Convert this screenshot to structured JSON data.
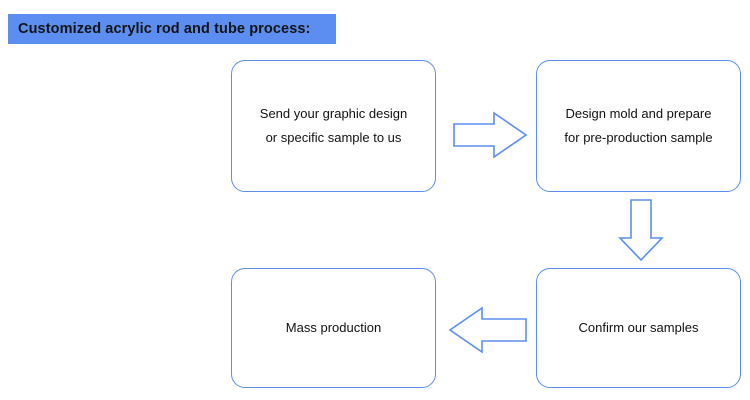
{
  "title": {
    "text": "Customized acrylic rod and tube process:",
    "background_color": "#5b8ef0",
    "text_color": "#141414"
  },
  "diagram": {
    "type": "flowchart",
    "node_border_color": "#5b8ef0",
    "arrow_stroke_color": "#5b8ef0",
    "background_color": "#ffffff",
    "nodes": [
      {
        "id": "design",
        "line1": "Send your graphic design",
        "line2": "or specific sample to us"
      },
      {
        "id": "mold",
        "line1": "Design mold and prepare",
        "line2": "for pre-production sample"
      },
      {
        "id": "confirm",
        "line1": "Confirm our samples",
        "line2": ""
      },
      {
        "id": "mass",
        "line1": "Mass production",
        "line2": ""
      }
    ],
    "arrows": [
      {
        "id": "arrow-1",
        "from": "design",
        "to": "mold",
        "direction": "right"
      },
      {
        "id": "arrow-2",
        "from": "mold",
        "to": "confirm",
        "direction": "down"
      },
      {
        "id": "arrow-3",
        "from": "confirm",
        "to": "mass",
        "direction": "left"
      }
    ]
  }
}
